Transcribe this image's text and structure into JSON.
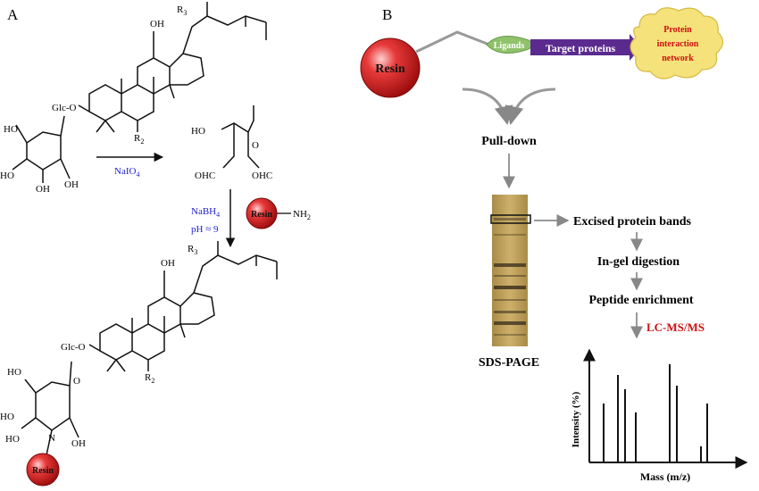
{
  "panel_a": {
    "label": "A",
    "top_molecule": {
      "oh": "OH",
      "r3": "R",
      "r3_sub": "3",
      "r2": "R",
      "r2_sub": "2",
      "glc": "Glc-O",
      "sugar_oh": [
        "HO",
        "HO",
        "OH",
        "OH"
      ]
    },
    "reagent_1": "NaIO",
    "reagent_1_sub": "4",
    "oxidized_sugar": {
      "ho": "HO",
      "ohc_left": "OHC",
      "ohc_right": "OHC",
      "o": "O"
    },
    "reagent_2": "NaBH",
    "reagent_2_sub": "4",
    "reagent_3": "pH ≈ 9",
    "resin_amine": {
      "resin": "Resin",
      "nh2": "NH",
      "nh2_sub": "2"
    },
    "bottom_molecule": {
      "oh": "OH",
      "r3": "R",
      "r3_sub": "3",
      "r2": "R",
      "r2_sub": "2",
      "glc": "Glc-O",
      "sugar_labels": [
        "HO",
        "HO",
        "HO",
        "OH",
        "O",
        "N"
      ],
      "resin": "Resin"
    }
  },
  "panel_b": {
    "label": "B",
    "resin": "Resin",
    "ligands": "Ligands",
    "target_proteins": "Target proteins",
    "network": [
      "Protein",
      "interaction",
      "network"
    ],
    "pull_down": "Pull-down",
    "gel_label": "SDS-PAGE",
    "steps": [
      "Excised protein bands",
      "In-gel digestion",
      "Peptide enrichment"
    ],
    "lcms": "LC-MS/MS",
    "spectrum": {
      "ylabel": "Intensity (%)",
      "xlabel": "Mass (m/z)"
    }
  },
  "colors": {
    "resin_red": "#cc1111",
    "ligand_green": "#8fc26a",
    "target_purple": "#5b2a8e",
    "cloud_yellow": "#f6e27a",
    "reagent_blue": "#2222cc",
    "gel_tan": "#bfa25a"
  }
}
